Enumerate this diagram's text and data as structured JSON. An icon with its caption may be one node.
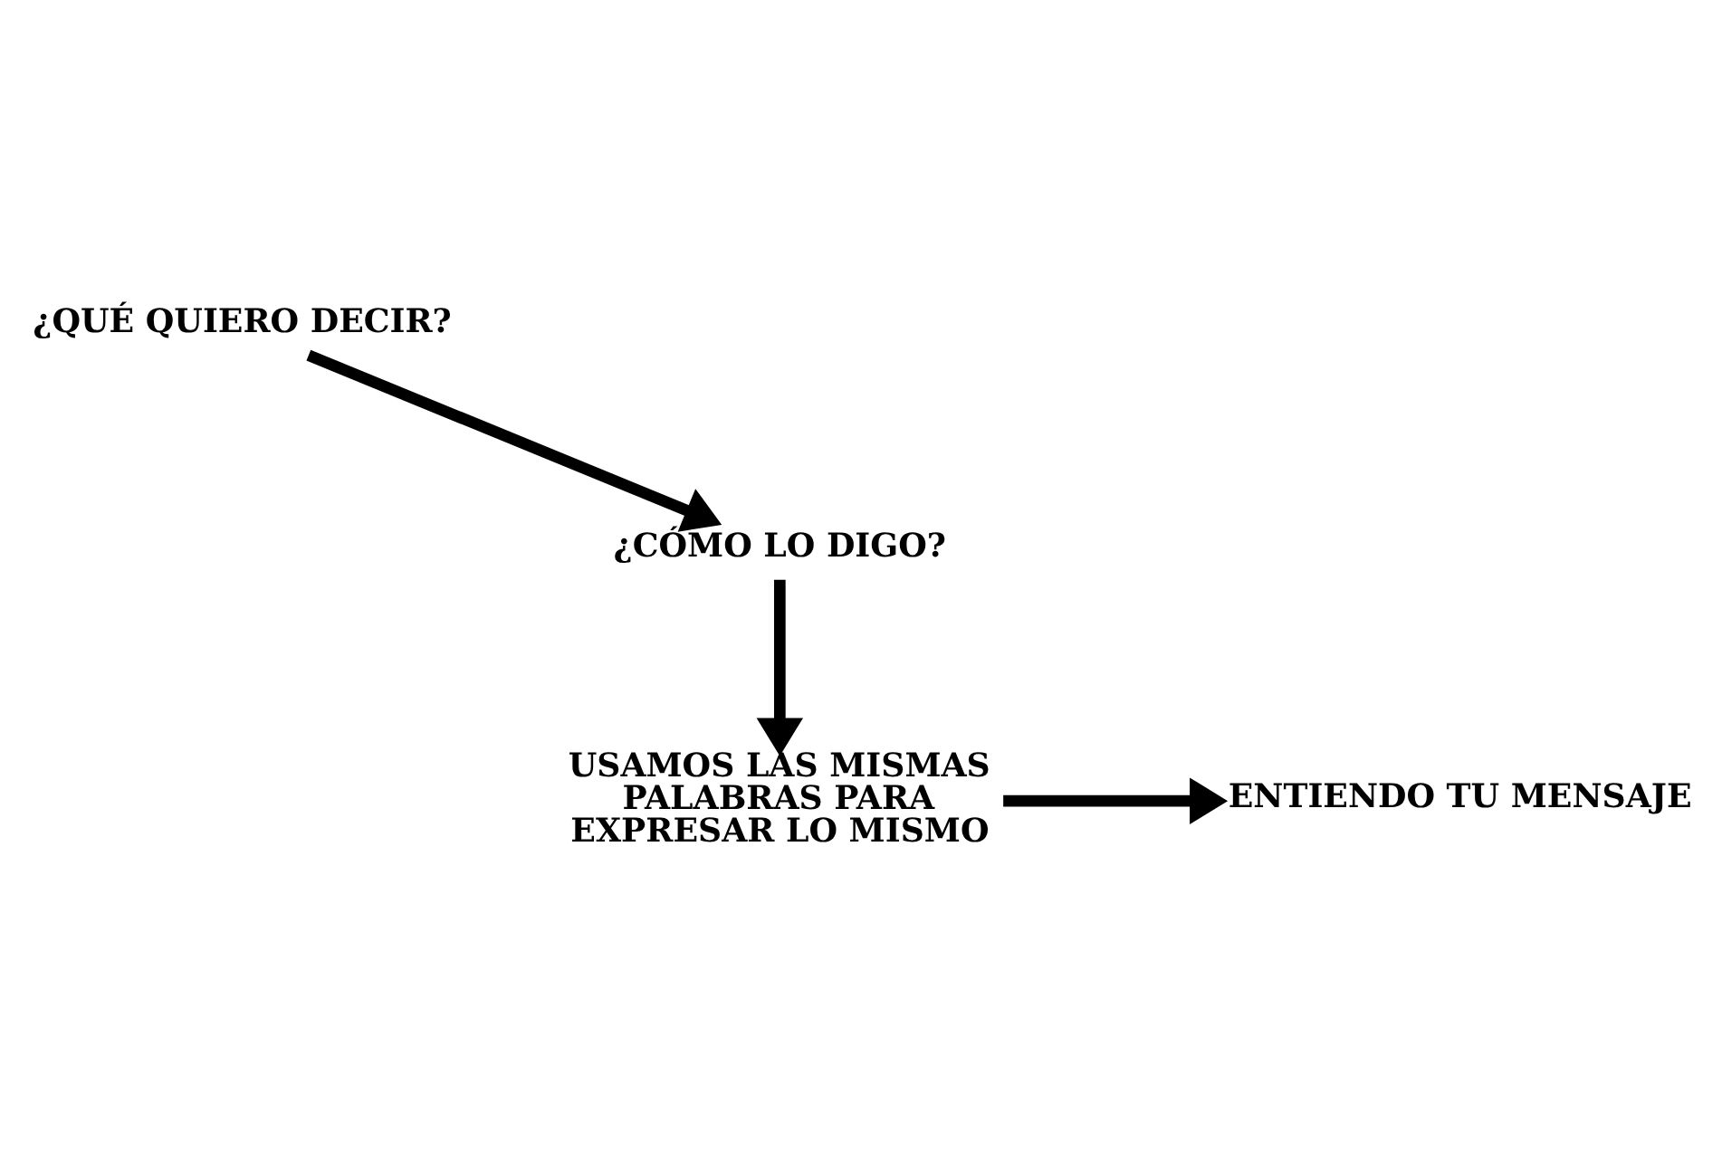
{
  "diagram": {
    "nodes": [
      {
        "text": [
          "¿QUÉ QUIERO DECIR?"
        ]
      },
      {
        "text": [
          "¿CÓMO LO DIGO?"
        ]
      },
      {
        "text": [
          "USAMOS LAS MISMAS PALABRAS PARA EXPRESAR LO MISMO"
        ]
      },
      {
        "text": [
          "ENTIENDO TU MENSAJE"
        ]
      }
    ],
    "edges": [
      {
        "from": 0,
        "to": 1,
        "arrow": "to"
      },
      {
        "from": 1,
        "to": 2,
        "arrow": "to"
      },
      {
        "from": 2,
        "to": 3,
        "arrow": "to"
      }
    ]
  }
}
